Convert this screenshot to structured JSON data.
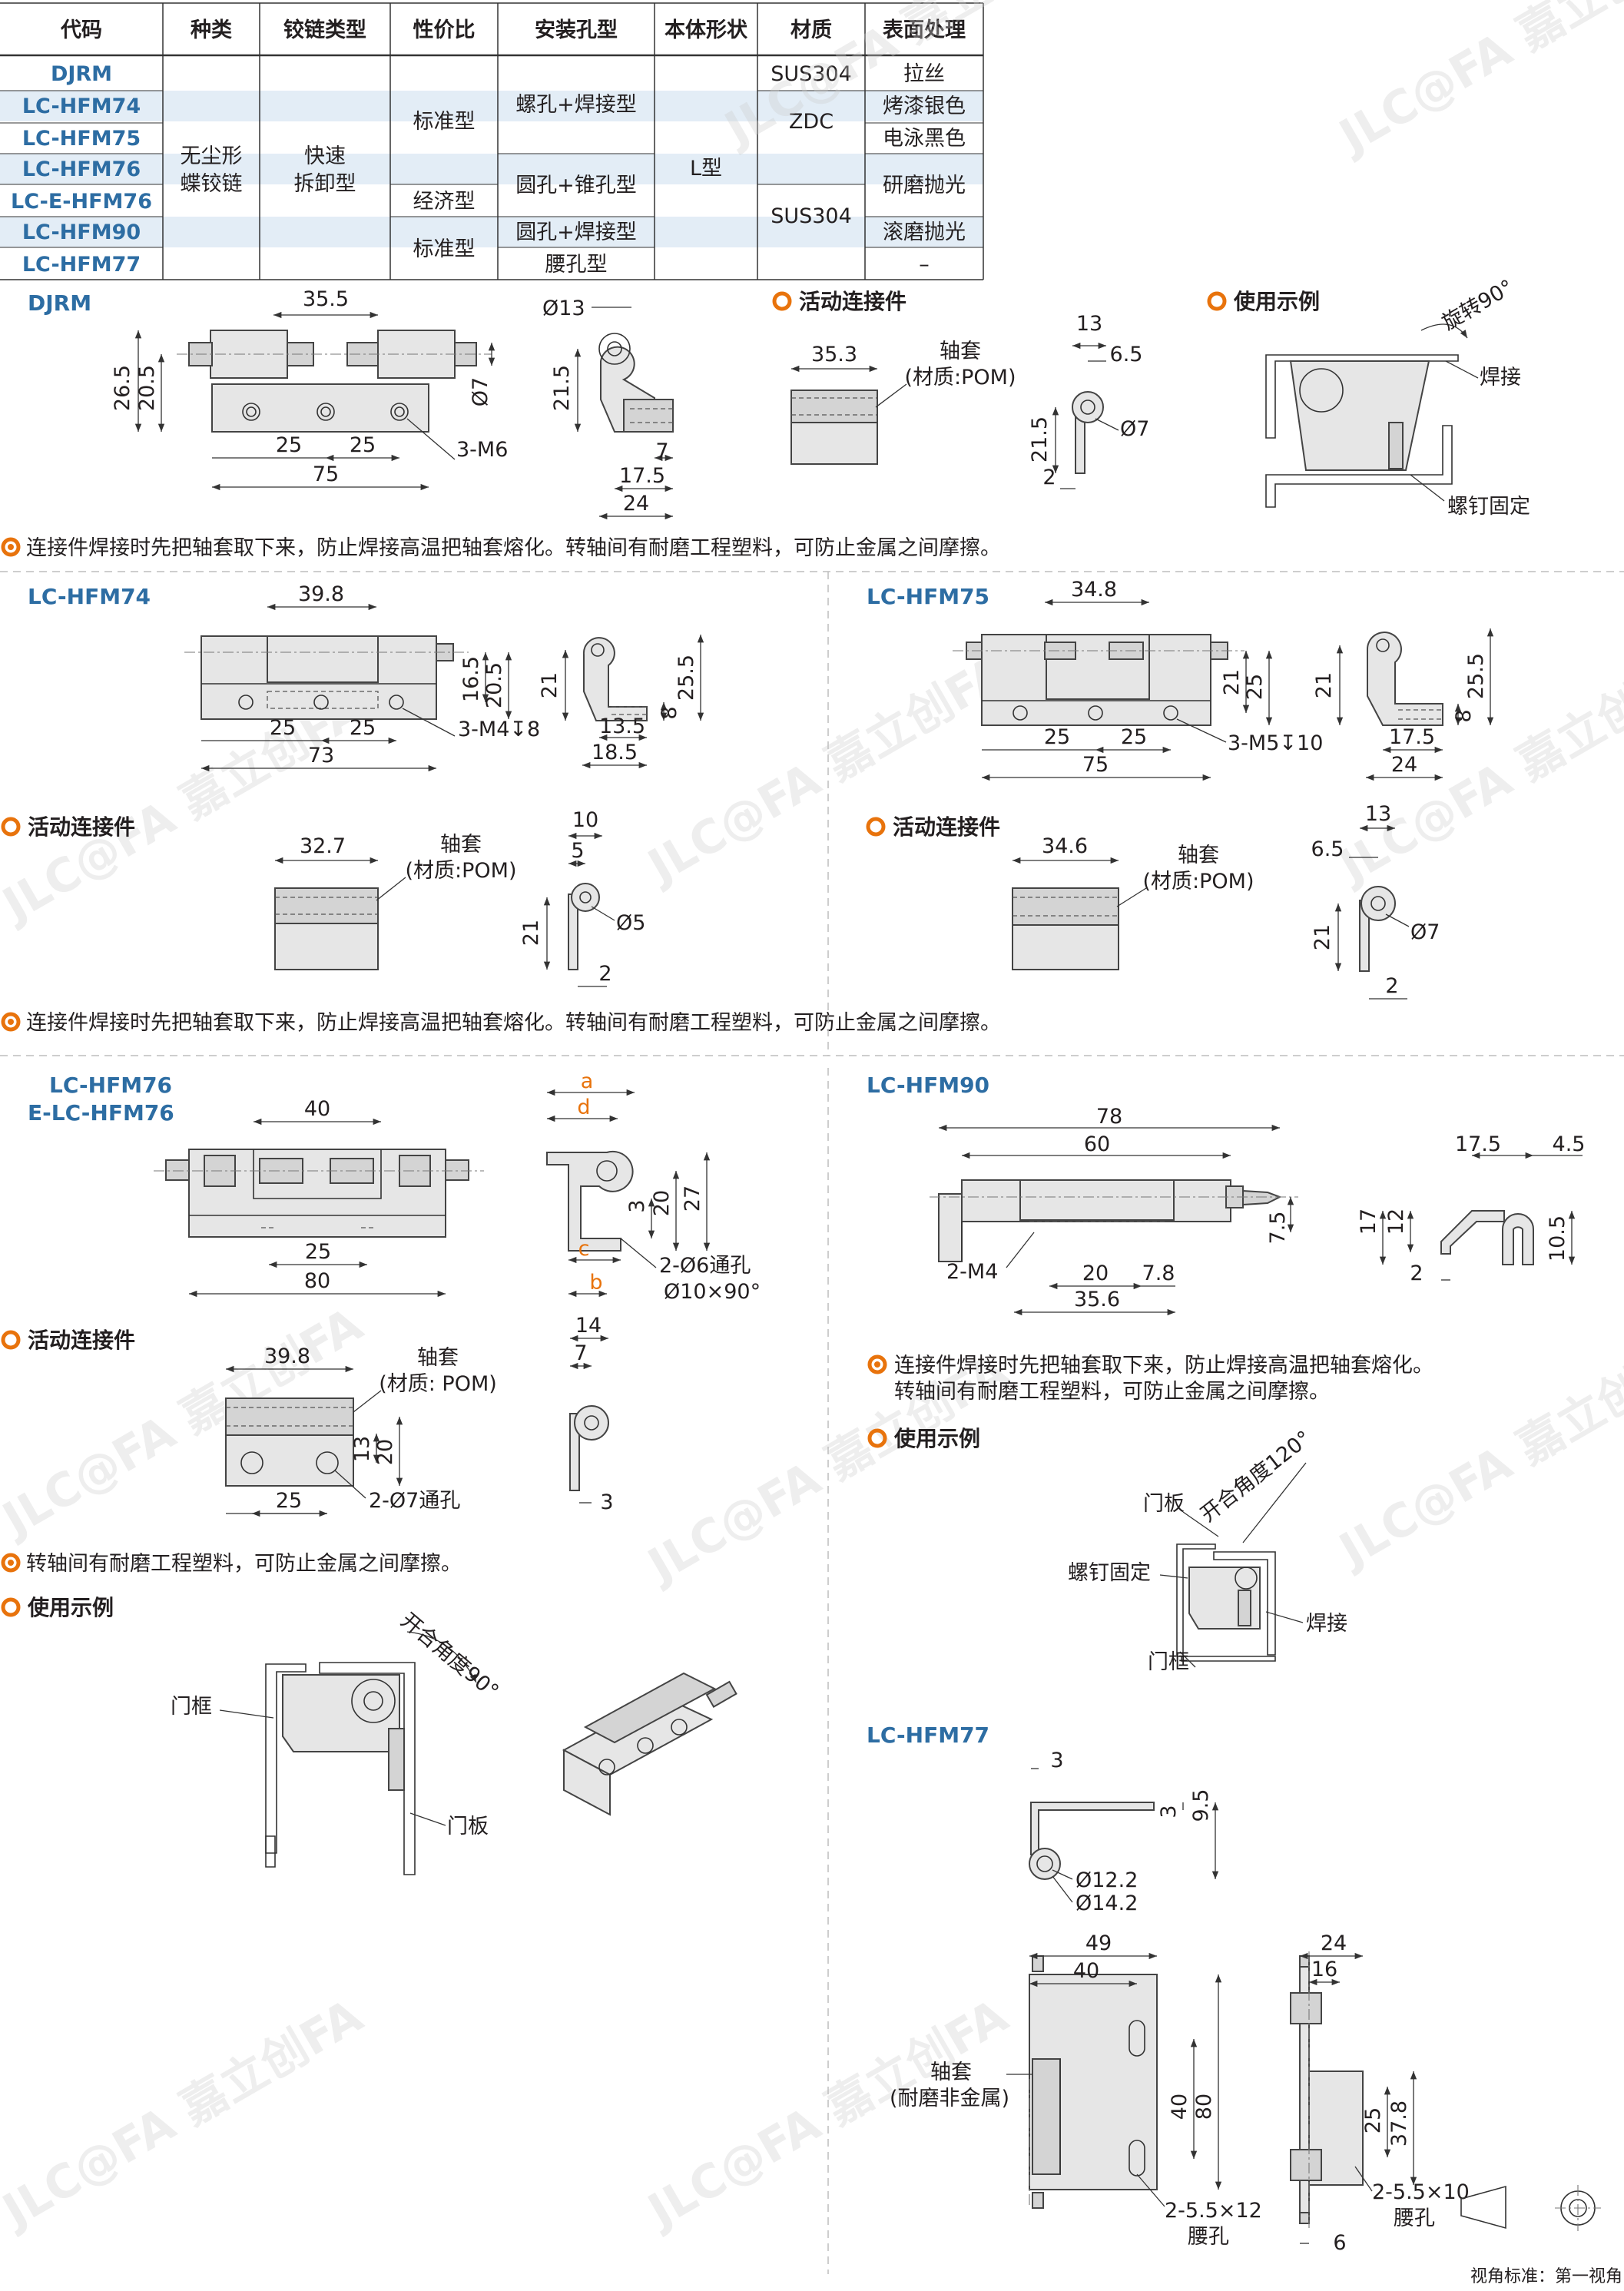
{
  "table": {
    "headers": [
      "代码",
      "种类",
      "铰链类型",
      "性价比",
      "安装孔型",
      "本体形状",
      "材质",
      "表面处理"
    ],
    "codes": [
      "DJRM",
      "LC-HFM74",
      "LC-HFM75",
      "LC-HFM76",
      "LC-E-HFM76",
      "LC-HFM90",
      "LC-HFM77"
    ],
    "kind": [
      "无尘形",
      "蝶铰链"
    ],
    "hinge_type": [
      "快速",
      "拆卸型"
    ],
    "value_std1": "标准型",
    "value_eco": "经济型",
    "value_std2": "标准型",
    "hole_1": "螺孔+焊接型",
    "hole_2": "圆孔+锥孔型",
    "hole_3": "圆孔+焊接型",
    "hole_4": "腰孔型",
    "shape": "L型",
    "material_1": "SUS304",
    "material_2": "ZDC",
    "material_3": "SUS304",
    "finish": [
      "拉丝",
      "烤漆银色",
      "电泳黑色",
      "研磨抛光",
      "滚磨抛光",
      "–"
    ]
  },
  "sections": {
    "djrm": "DJRM",
    "hfm74": "LC-HFM74",
    "hfm75": "LC-HFM75",
    "hfm76a": "LC-HFM76",
    "hfm76b": "E-LC-HFM76",
    "hfm90": "LC-HFM90",
    "hfm77": "LC-HFM77"
  },
  "subheads": {
    "moving": "活动连接件",
    "example": "使用示例"
  },
  "notes": {
    "weld": "连接件焊接时先把轴套取下来，防止焊接高温把轴套熔化。转轴间有耐磨工程塑料，可防止金属之间摩擦。",
    "weld_90a": "连接件焊接时先把轴套取下来，防止焊接高温把轴套熔化。",
    "weld_90b": "转轴间有耐磨工程塑料，可防止金属之间摩擦。",
    "wear": "转轴间有耐磨工程塑料，可防止金属之间摩擦。"
  },
  "labels": {
    "sleeve": "轴套",
    "pom": "(材质:POM)",
    "pom2": "(材质: POM)",
    "sleeve_metal": "(耐磨非金属)",
    "weld": "焊接",
    "screw_fix": "螺钉固定",
    "rotate90": "旋转90°",
    "open90": "开合角度90°",
    "open120": "开合角度120°",
    "door_frame": "门框",
    "door_panel": "门板",
    "slot": "腰孔",
    "view_std": "视角标准：第一视角"
  },
  "dims": {
    "djrm": [
      "35.5",
      "26.5",
      "20.5",
      "Ø7",
      "25",
      "25",
      "75",
      "3-M6",
      "Ø13",
      "21.5",
      "7",
      "17.5",
      "24"
    ],
    "djrm_mov": [
      "35.3",
      "13",
      "6.5",
      "21.5",
      "Ø7",
      "2"
    ],
    "hfm74": [
      "39.8",
      "16.5",
      "20.5",
      "25",
      "25",
      "73",
      "3-M4↧8",
      "21",
      "25.5",
      "8",
      "13.5",
      "18.5"
    ],
    "hfm74_mov": [
      "32.7",
      "10",
      "5",
      "21",
      "Ø5",
      "2"
    ],
    "hfm75": [
      "34.8",
      "21",
      "25",
      "25",
      "25",
      "75",
      "3-M5↧10",
      "21",
      "25.5",
      "8",
      "17.5",
      "24"
    ],
    "hfm75_mov": [
      "34.6",
      "13",
      "6.5",
      "21",
      "Ø7",
      "2"
    ],
    "hfm76": [
      "40",
      "25",
      "80",
      "a",
      "d",
      "3",
      "20",
      "27",
      "c",
      "b",
      "2-Ø6通孔",
      "Ø10×90°"
    ],
    "hfm76_mov": [
      "39.8",
      "13",
      "20",
      "25",
      "2-Ø7通孔",
      "14",
      "7",
      "3"
    ],
    "hfm90": [
      "78",
      "60",
      "7.5",
      "2-M4",
      "20",
      "7.8",
      "35.6",
      "17.5",
      "4.5",
      "17",
      "12",
      "10.5",
      "2"
    ],
    "hfm77": [
      "3",
      "3",
      "9.5",
      "Ø12.2",
      "Ø14.2",
      "49",
      "40",
      "40",
      "80",
      "2-5.5×12",
      "24",
      "16",
      "25",
      "37.8",
      "2-5.5×10",
      "6"
    ]
  },
  "watermark": "JLC@FA 嘉立创FA"
}
